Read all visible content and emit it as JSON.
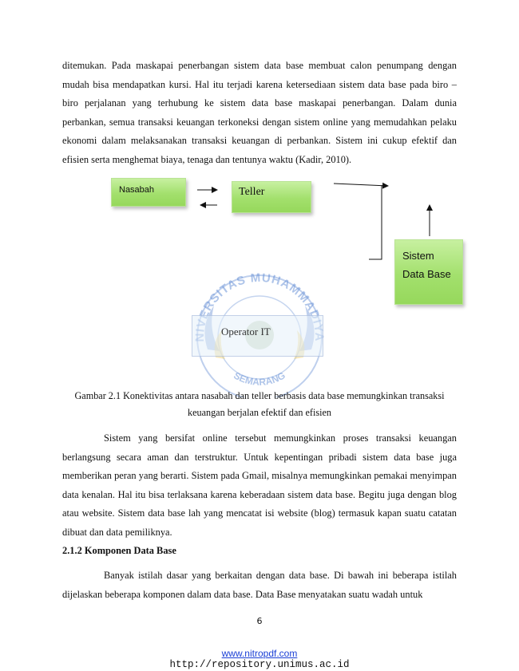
{
  "body": {
    "paragraph_1": "ditemukan. Pada maskapai penerbangan sistem data base membuat calon penumpang dengan mudah bisa mendapatkan kursi. Hal itu terjadi karena ketersediaan sistem data base pada biro – biro perjalanan yang terhubung ke sistem data base maskapai penerbangan. Dalam dunia perbankan, semua transaksi keuangan terkoneksi dengan sistem online yang memudahkan pelaku ekonomi dalam melaksanakan transaksi keuangan di perbankan. Sistem ini cukup efektif dan efisien serta menghemat biaya, tenaga dan tentunya waktu (Kadir, 2010).",
    "paragraph_2": "Sistem yang bersifat online tersebut memungkinkan proses transaksi keuangan berlangsung secara aman dan terstruktur. Untuk kepentingan pribadi sistem data base juga memberikan peran yang berarti. Sistem pada Gmail, misalnya memungkinkan pemakai menyimpan data kenalan. Hal itu bisa terlaksana karena keberadaan sistem data base. Begitu juga dengan blog atau website. Sistem data base lah yang mencatat isi website (blog) termasuk kapan suatu catatan dibuat dan data pemiliknya.",
    "section_heading": "2.1.2 Komponen Data Base",
    "paragraph_3": "Banyak istilah dasar yang berkaitan dengan data base. Di bawah ini beberapa istilah dijelaskan beberapa komponen dalam data base. Data Base menyatakan suatu wadah untuk"
  },
  "figure": {
    "nodes": {
      "nasabah": "Nasabah",
      "teller": "Teller",
      "sistem_data_base": "Sistem Data Base",
      "operator_it": "Operator IT"
    },
    "caption": "Gambar 2.1 Konektivitas antara nasabah dan teller berbasis data base memungkinkan transaksi keuangan berjalan efektif dan efisien"
  },
  "watermark": {
    "text_top": "UNIVERSITAS MUHAMMADIYAH",
    "text_bottom": "SEMARANG",
    "color": "#3b6fc2"
  },
  "page": {
    "number": "6",
    "footer_link": "www.nitropdf.com",
    "footer_url": "http://repository.unimus.ac.id"
  }
}
